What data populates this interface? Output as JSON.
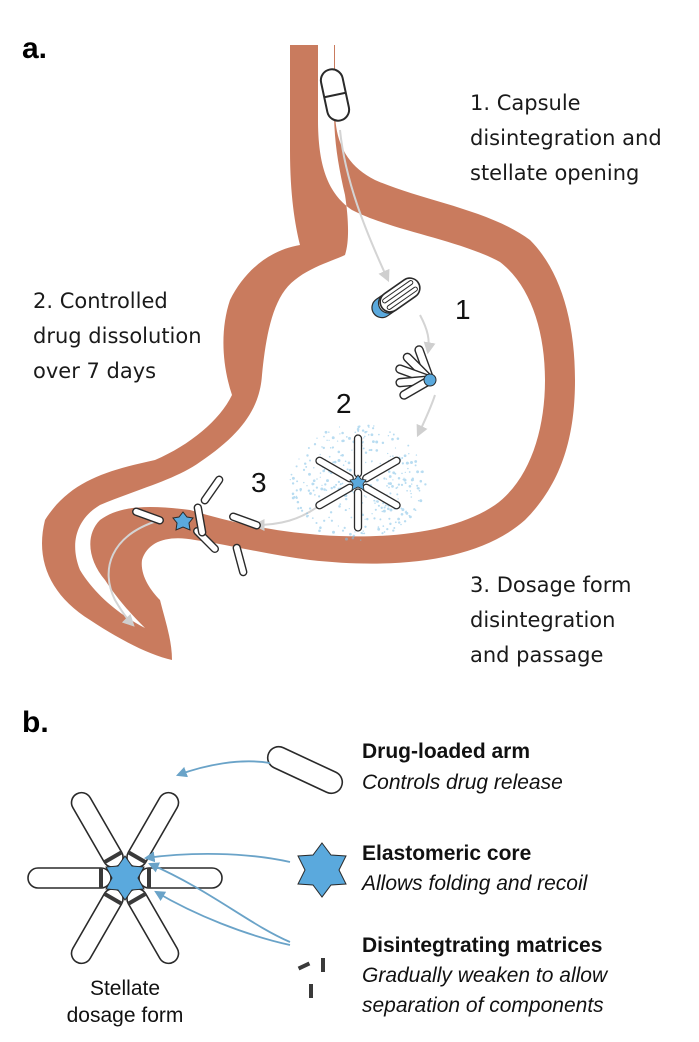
{
  "panel_a": {
    "label": "a.",
    "step1": [
      "1. Capsule",
      "disintegration and",
      "stellate opening"
    ],
    "step2": [
      "2. Controlled",
      "drug dissolution",
      "over 7 days"
    ],
    "step3": [
      "3. Dosage form",
      "disintegration",
      "and passage"
    ],
    "numbers": [
      "1",
      "2",
      "3"
    ]
  },
  "panel_b": {
    "label": "b.",
    "caption": [
      "Stellate",
      "dosage form"
    ],
    "legend": [
      {
        "title": "Drug-loaded arm",
        "desc": [
          "Controls drug release"
        ]
      },
      {
        "title": "Elastomeric core",
        "desc": [
          "Allows folding and recoil"
        ]
      },
      {
        "title": "Disintegtrating matrices",
        "desc": [
          "Gradually weaken to allow",
          "separation of components"
        ]
      }
    ]
  },
  "colors": {
    "stomach_wall": "#c97b5e",
    "core_blue": "#5aa9dd",
    "arrow_grey": "#d4d4d4",
    "arrow_blue": "#6aa3c8",
    "matrix": "#3a3a3a"
  }
}
